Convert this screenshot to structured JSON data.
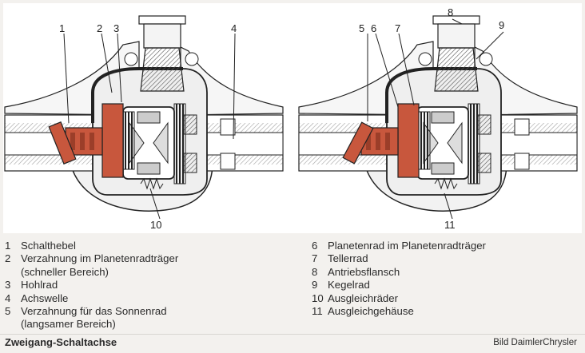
{
  "diagram": {
    "callouts_left": [
      "1",
      "2",
      "3",
      "4",
      "10"
    ],
    "callouts_right": [
      "8",
      "9",
      "5",
      "6",
      "7",
      "11"
    ]
  },
  "legend": {
    "left": [
      {
        "num": "1",
        "text": "Schalthebel"
      },
      {
        "num": "2",
        "text": "Verzahnung im Planetenradträger"
      },
      {
        "num": "",
        "text": "(schneller Bereich)"
      },
      {
        "num": "3",
        "text": "Hohlrad"
      },
      {
        "num": "4",
        "text": "Achswelle"
      },
      {
        "num": "5",
        "text": "Verzahnung für das Sonnenrad"
      },
      {
        "num": "",
        "text": "(langsamer Bereich)"
      }
    ],
    "right": [
      {
        "num": "6",
        "text": "Planetenrad im Planetenradträger"
      },
      {
        "num": "7",
        "text": "Tellerrad"
      },
      {
        "num": "8",
        "text": "Antriebsflansch"
      },
      {
        "num": "9",
        "text": "Kegelrad"
      },
      {
        "num": "10",
        "text": "Ausgleichräder"
      },
      {
        "num": "11",
        "text": "Ausgleichgehäuse"
      }
    ]
  },
  "caption": "Zweigang-Schaltachse",
  "credit": "Bild DaimlerChrysler",
  "colors": {
    "highlight": "#c8573d",
    "housing": "#f4f4f4",
    "outline": "#222222"
  }
}
